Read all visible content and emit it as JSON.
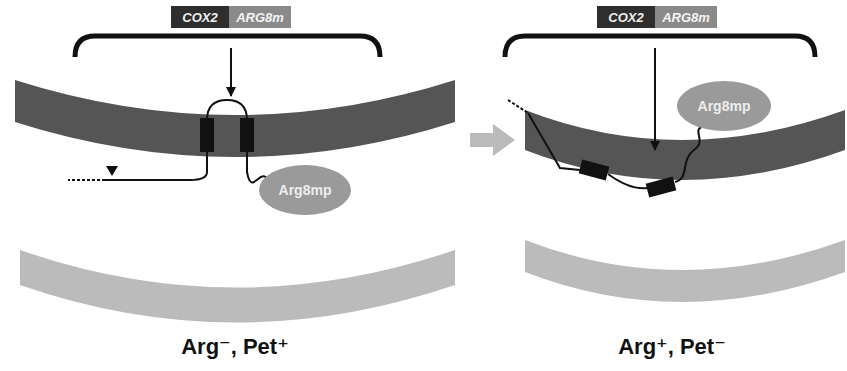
{
  "diagram": {
    "nodes": [
      {
        "text": [
          "COX2"
        ]
      },
      {
        "text": [
          "ARG8m"
        ]
      },
      {
        "text": [
          "Arg8mp"
        ]
      },
      {
        "text": [
          "COX2"
        ]
      },
      {
        "text": [
          "ARG8m"
        ]
      },
      {
        "text": [
          "Arg8mp"
        ]
      }
    ],
    "labels": [
      "Arg⁻, Pet⁺",
      "Arg⁺, Pet⁻"
    ]
  }
}
